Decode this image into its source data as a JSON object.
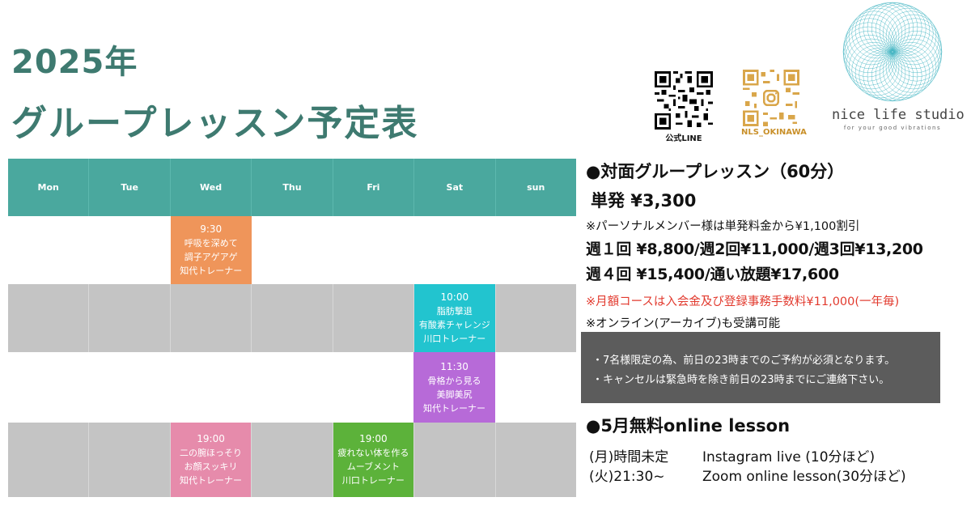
{
  "title": {
    "year": "2025年",
    "main": "グループレッスン予定表"
  },
  "qr_codes": [
    {
      "caption": "公式LINE",
      "icon": "qr-code-icon"
    },
    {
      "caption": "NLS_OKINAWA",
      "icon": "instagram-qr-code-icon"
    }
  ],
  "logo": {
    "name": "nice life studio",
    "tagline": "for your good vibrations",
    "icon": "spirograph-logo-icon",
    "color": "#45b6c3"
  },
  "schedule": {
    "days": [
      "Mon",
      "Tue",
      "Wed",
      "Thu",
      "Fri",
      "Sat",
      "sun"
    ],
    "header_color": "#4aa89e",
    "lessons": [
      {
        "time": "9:30",
        "line1": "呼吸を深めて",
        "line2": "調子アゲアゲ",
        "trainer": "知代トレーナー",
        "color": "#ef955a"
      },
      {
        "time": "10:00",
        "line1": "脂肪撃退",
        "line2": "有酸素チャレンジ",
        "trainer": "川口トレーナー",
        "color": "#22c4cf"
      },
      {
        "time": "11:30",
        "line1": "骨格から見る",
        "line2": "美脚美尻",
        "trainer": "知代トレーナー",
        "color": "#b76ad8"
      },
      {
        "time": "19:00",
        "line1": "二の腕ほっそり",
        "line2": "お顔スッキリ",
        "trainer": "知代トレーナー",
        "color": "#e68bab"
      },
      {
        "time": "19:00",
        "line1": "疲れない体を作る",
        "line2": "ムーブメント",
        "trainer": "川口トレーナー",
        "color": "#5cb23a"
      }
    ]
  },
  "info": {
    "heading": "●対面グループレッスン（60分）",
    "single_price": "単発 ¥3,300",
    "personal_note": "※パーソナルメンバー様は単発料金から¥1,100割引",
    "price_line1": "週１回 ¥8,800/週2回¥11,000/週3回¥13,200",
    "price_line2": "週４回 ¥15,400/通い放題¥17,600",
    "monthly_note": "※月額コースは入会金及び登録事務手数料¥11,000(一年毎)",
    "online_note": "※オンライン(アーカイブ)も受講可能",
    "accent_red": "#e23a2e"
  },
  "notice": {
    "line1": "・7名様限定の為、前日の23時までのご予約が必須となります。",
    "line2": "・キャンセルは緊急時を除き前日の23時までにご連絡下さい。"
  },
  "online": {
    "heading": "●5月無料online lesson",
    "rows": [
      {
        "when": "(月)時間未定",
        "what": "Instagram live (10分ほど)"
      },
      {
        "when": "(火)21:30~",
        "what": "Zoom online lesson(30分ほど)"
      }
    ]
  }
}
